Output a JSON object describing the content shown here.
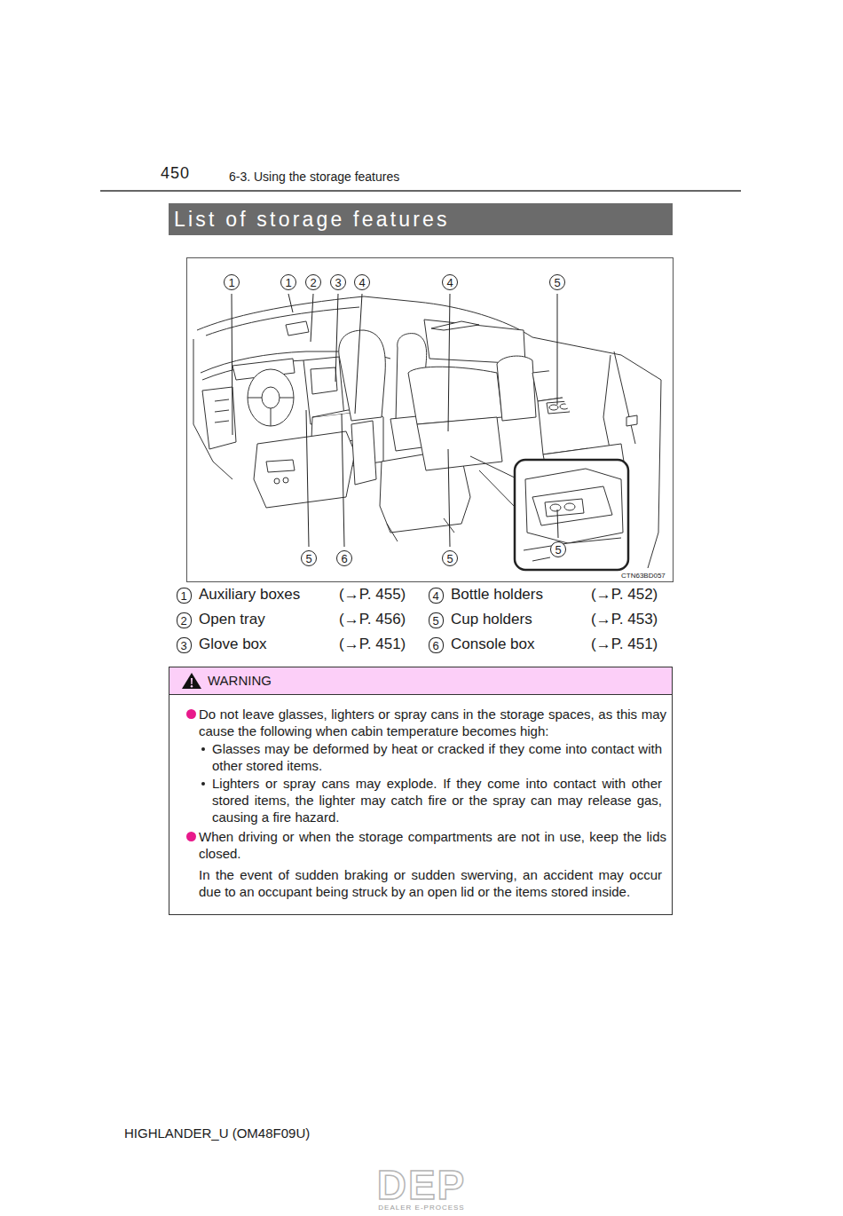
{
  "diagram": {
    "title": "List of storage features",
    "nodes": [
      {
        "text": [
          "WARNING",
          "Do not leave glasses, lighters or spray cans in the storage spaces, as this may cause the following when cabin temperature becomes high:",
          "Glasses may be deformed by heat or cracked if they come into contact with other stored items.",
          "Lighters or spray cans may explode. If they come into contact with other stored items, the lighter may catch fire or the spray can may release gas, causing a fire hazard.",
          "When driving or when the storage compartments are not in use, keep the lids closed.",
          "In the event of sudden braking or sudden swerving, an accident may occur due to an occupant being struck by an open lid or the items stored inside."
        ]
      }
    ],
    "labels": [
      "450",
      "6-3. Using the storage features",
      "1",
      "1",
      "2",
      "3",
      "4",
      "4",
      "5",
      "5",
      "6",
      "5",
      "5",
      "CTN63BD057",
      "1",
      "Auxiliary boxes",
      "(→P. 455)",
      "4",
      "Bottle holders",
      "(→P. 452)",
      "2",
      "Open tray",
      "(→P. 456)",
      "5",
      "Cup holders",
      "(→P. 453)",
      "3",
      "Glove box",
      "(→P. 451)",
      "6",
      "Console box",
      "(→P. 451)",
      "HIGHLANDER_U (OM48F09U)",
      "DEP",
      "DEALER E-PROCESS"
    ]
  }
}
